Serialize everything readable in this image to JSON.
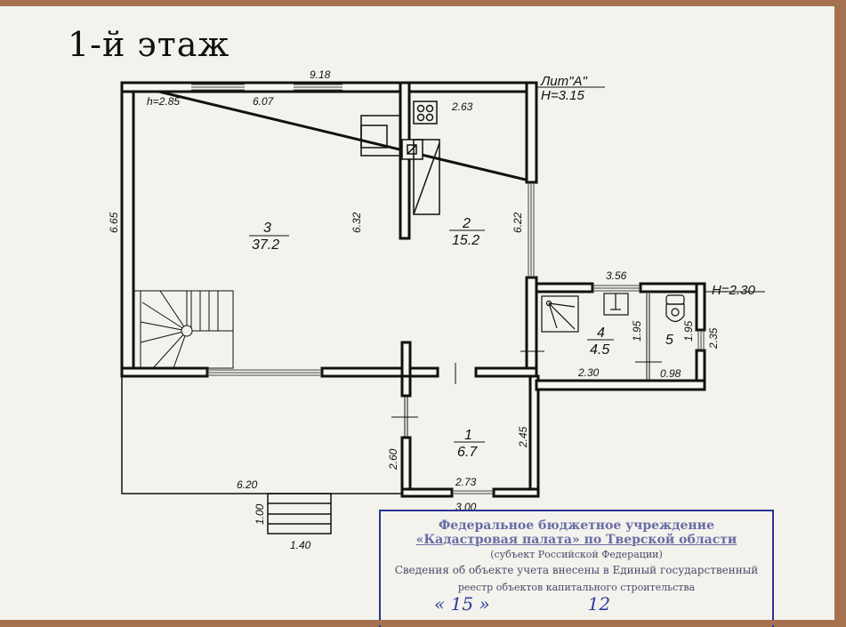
{
  "title": "1-й этаж",
  "litera": {
    "name": "Лит\"А\"",
    "height": "H=3.15"
  },
  "annex_height": "H=2.30",
  "ceiling_height": "h=2.85",
  "dimensions": {
    "top_overall": "9.18",
    "top_inner": "6.07",
    "kitchen_top": "2.63",
    "left_wall": "6.65",
    "partition": "6.32",
    "kitchen_right": "6.22",
    "annex_top": "3.56",
    "bath_height": "1.95",
    "wc_height": "1.95",
    "annex_right": "2.35",
    "bath_bottom": "2.30",
    "wc_bottom": "0.98",
    "veranda_bottom": "6.20",
    "hall_left": "2.60",
    "hall_right": "2.45",
    "hall_inner_bottom": "2.73",
    "hall_outer_bottom": "3.00",
    "steps_height": "1.00",
    "steps_width": "1.40"
  },
  "rooms": [
    {
      "number": "1",
      "area": "6.7"
    },
    {
      "number": "2",
      "area": "15.2"
    },
    {
      "number": "3",
      "area": "37.2"
    },
    {
      "number": "4",
      "area": "4.5"
    },
    {
      "number": "5",
      "area": ""
    }
  ],
  "stamp": {
    "line1": "Федеральное бюджетное учреждение",
    "line2": "«Кадастровая палата» по Тверской области",
    "line3": "(субъект Российской Федерации)",
    "line4": "Сведения об объекте учета внесены в Единый государственный",
    "line5": "реестр объектов капитального строительства",
    "day": "« 15 »",
    "month": "12"
  },
  "colors": {
    "frame": "#a5714f",
    "paper": "#f3f2ec",
    "ink": "#111111",
    "stamp": "#2a3590"
  }
}
